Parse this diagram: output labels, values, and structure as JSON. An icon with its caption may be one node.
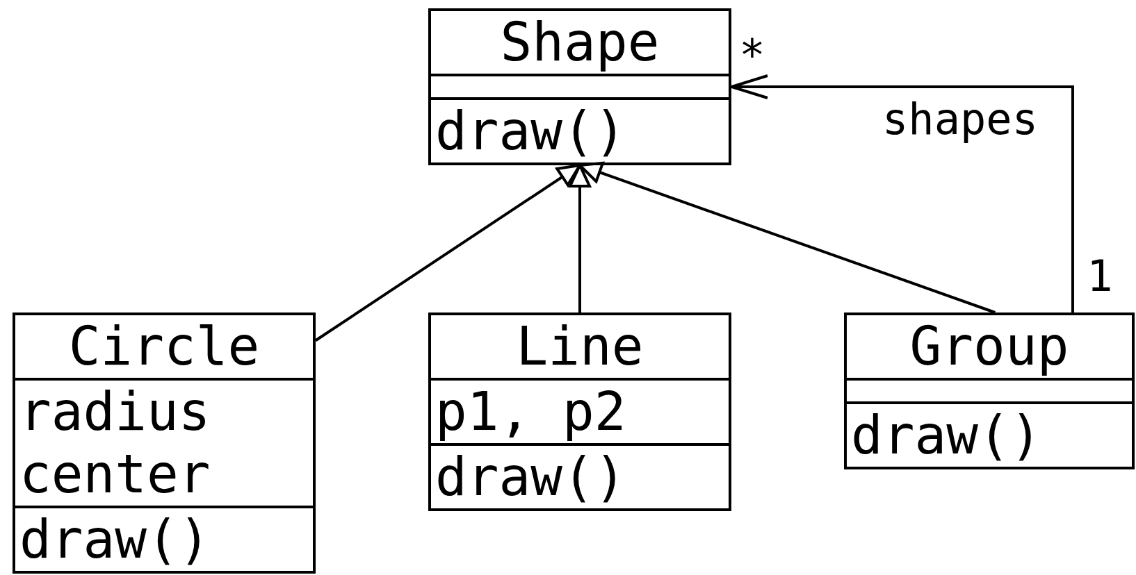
{
  "diagram": {
    "nodes": [
      {
        "text": [
          "Shape",
          "draw()"
        ]
      },
      {
        "text": [
          "Circle",
          "radius center",
          "draw()"
        ]
      },
      {
        "text": [
          "Line",
          "p1, p2",
          "draw()"
        ]
      },
      {
        "text": [
          "Group",
          "draw()"
        ]
      }
    ],
    "edges": [
      {
        "from": 1,
        "to": 0,
        "arrow": "to"
      },
      {
        "from": 2,
        "to": 0,
        "arrow": "to"
      },
      {
        "from": 3,
        "to": 0,
        "arrow": "to"
      },
      {
        "from": 3,
        "to": 0,
        "arrow": "to",
        "label": "shapes"
      }
    ],
    "labels": [
      "*",
      "1"
    ]
  }
}
